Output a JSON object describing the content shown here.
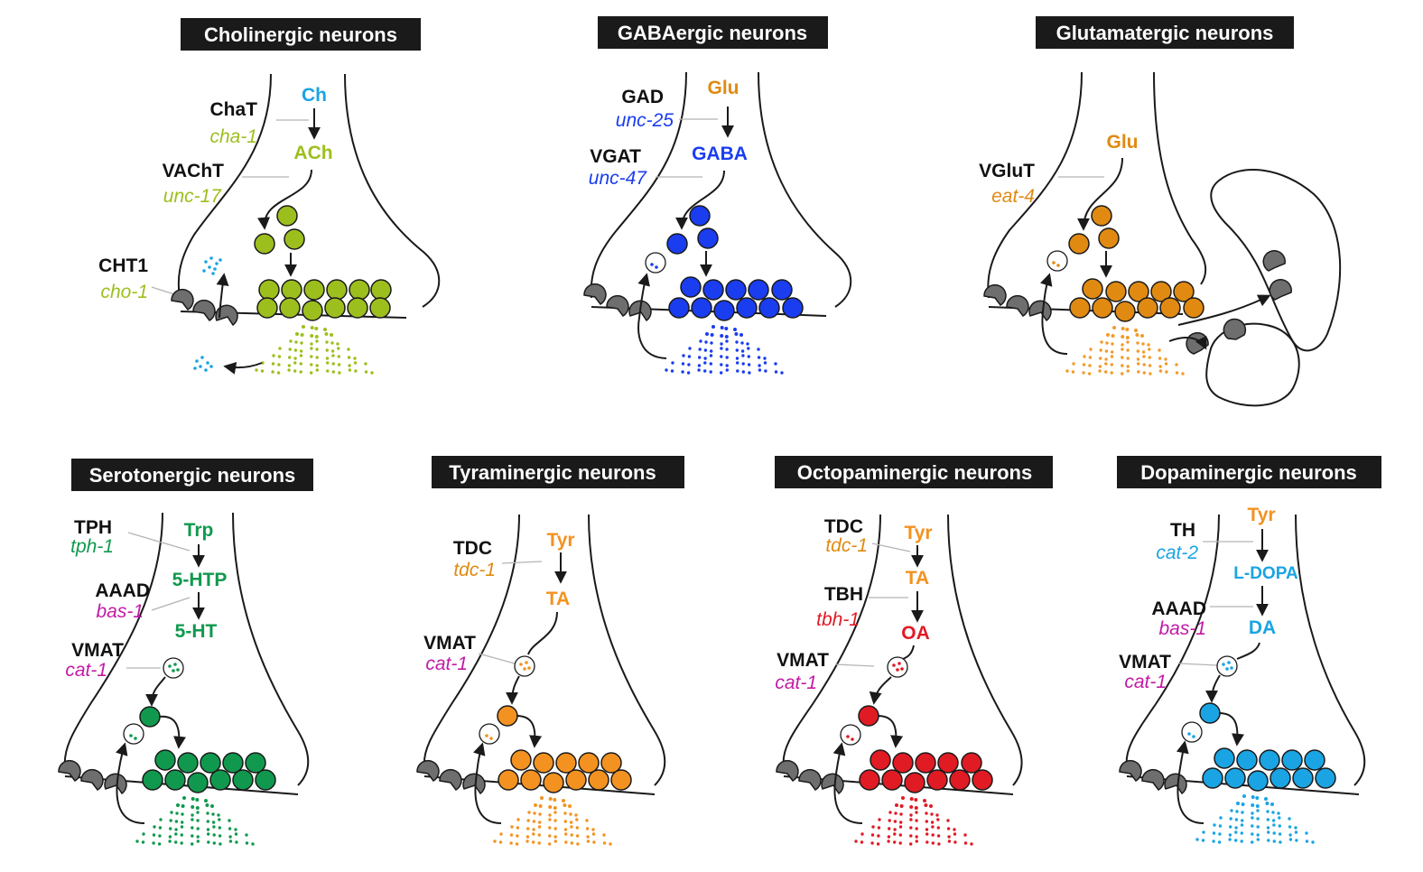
{
  "colors": {
    "cholinergic": "#9dbf1e",
    "gaba": "#1a3df0",
    "glutamate": "#e08a12",
    "serotonin": "#10994e",
    "tyramine": "#f39220",
    "octopamine": "#e01b24",
    "dopamine": "#1aa4e3",
    "choline": "#1aa4e3",
    "magenta": "#c21aa6",
    "receptor": "#6e6e6e"
  },
  "panels": [
    {
      "id": "cholinergic",
      "title": "Cholinergic neurons",
      "metabolites": [
        "Ch",
        "ACh"
      ],
      "enzymes": [
        {
          "name": "ChaT",
          "gene": "cha-1"
        },
        {
          "name": "VAChT",
          "gene": "unc-17"
        },
        {
          "name": "CHT1",
          "gene": "cho-1"
        }
      ]
    },
    {
      "id": "gabaergic",
      "title": "GABAergic neurons",
      "metabolites": [
        "Glu",
        "GABA"
      ],
      "enzymes": [
        {
          "name": "GAD",
          "gene": "unc-25"
        },
        {
          "name": "VGAT",
          "gene": "unc-47"
        }
      ]
    },
    {
      "id": "glutamatergic",
      "title": "Glutamatergic neurons",
      "metabolites": [
        "Glu"
      ],
      "enzymes": [
        {
          "name": "VGluT",
          "gene": "eat-4"
        }
      ]
    },
    {
      "id": "serotonergic",
      "title": "Serotonergic neurons",
      "metabolites": [
        "Trp",
        "5-HTP",
        "5-HT"
      ],
      "enzymes": [
        {
          "name": "TPH",
          "gene": "tph-1"
        },
        {
          "name": "AAAD",
          "gene": "bas-1"
        },
        {
          "name": "VMAT",
          "gene": "cat-1"
        }
      ]
    },
    {
      "id": "tyraminergic",
      "title": "Tyraminergic neurons",
      "metabolites": [
        "Tyr",
        "TA"
      ],
      "enzymes": [
        {
          "name": "TDC",
          "gene": "tdc-1"
        },
        {
          "name": "VMAT",
          "gene": "cat-1"
        }
      ]
    },
    {
      "id": "octopaminergic",
      "title": "Octopaminergic neurons",
      "metabolites": [
        "Tyr",
        "TA",
        "OA"
      ],
      "enzymes": [
        {
          "name": "TDC",
          "gene": "tdc-1"
        },
        {
          "name": "TBH",
          "gene": "tbh-1"
        },
        {
          "name": "VMAT",
          "gene": "cat-1"
        }
      ]
    },
    {
      "id": "dopaminergic",
      "title": "Dopaminergic neurons",
      "metabolites": [
        "Tyr",
        "L-DOPA",
        "DA"
      ],
      "enzymes": [
        {
          "name": "TH",
          "gene": "cat-2"
        },
        {
          "name": "AAAD",
          "gene": "bas-1"
        },
        {
          "name": "VMAT",
          "gene": "cat-1"
        }
      ]
    }
  ]
}
